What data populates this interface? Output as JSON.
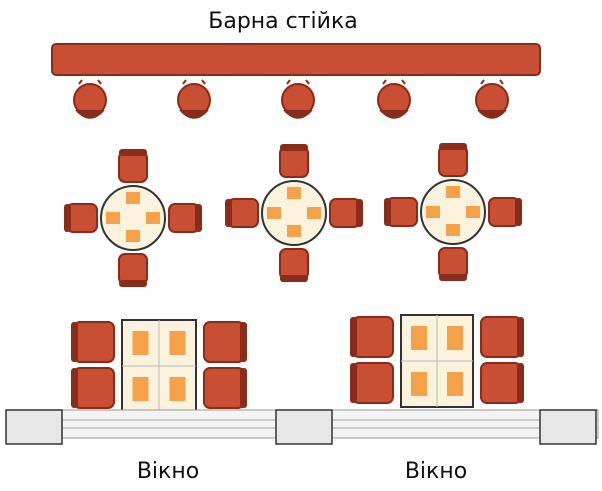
{
  "labels": {
    "bar_counter": "Барна стійка",
    "window_left": "Вікно",
    "window_right": "Вікно"
  },
  "counts": {
    "bar_stools": 5,
    "round_tables": 3,
    "chairs_per_round_table": 4,
    "square_tables": 2,
    "armchairs_per_square_table": 4,
    "windows": 2
  },
  "colors": {
    "furniture": "#c84f33",
    "furniture_dark": "#8a2c1a",
    "table_top": "#fbf3de",
    "plate": "#f5a24a",
    "window_frame": "#e8e8e8",
    "outline": "#333333"
  }
}
